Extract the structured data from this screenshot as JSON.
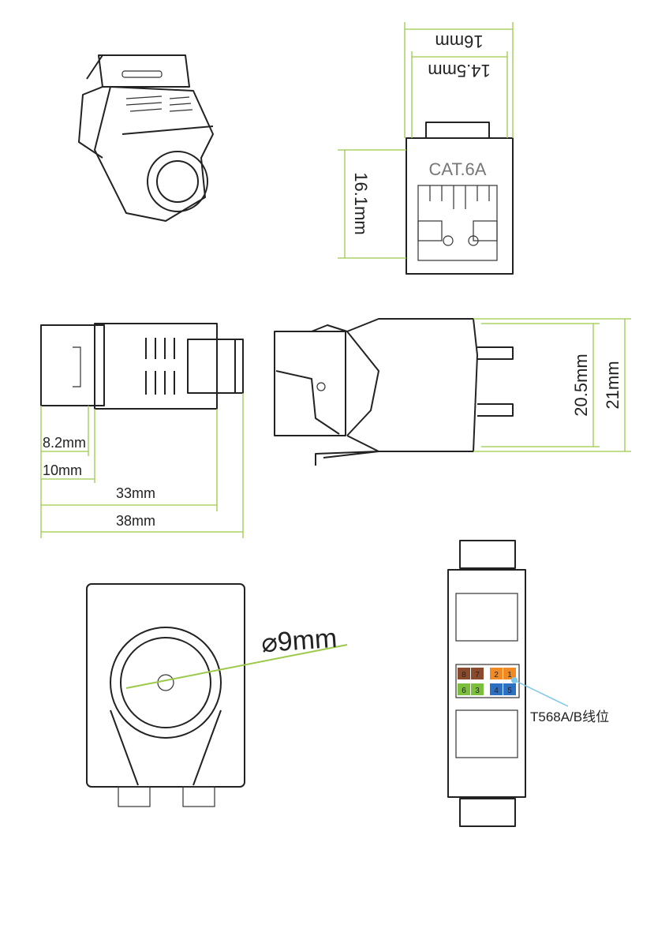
{
  "colors": {
    "dimension_line": "#9cc94a",
    "outline": "#222222",
    "leader": "#7cc6e8"
  },
  "top_view": {
    "label_16mm": "16mm",
    "label_14_5mm": "14.5mm",
    "cat_label": "CAT.6A",
    "label_16_1mm": "16.1mm"
  },
  "side_view_left": {
    "label_8_2mm": "8.2mm",
    "label_10mm": "10mm",
    "label_33mm": "33mm",
    "label_38mm": "38mm"
  },
  "side_view_right": {
    "label_20_5mm": "20.5mm",
    "label_21mm": "21mm"
  },
  "rear_view": {
    "diameter_label": "⌀9mm"
  },
  "wiring_view": {
    "pins_top": [
      "8",
      "7",
      "2",
      "1"
    ],
    "pins_bottom": [
      "6",
      "3",
      "4",
      "5"
    ],
    "pin_colors_top": [
      "#8b4a2b",
      "#8b4a2b",
      "#f08a24",
      "#f08a24"
    ],
    "pin_colors_bottom": [
      "#7cbf3c",
      "#7cbf3c",
      "#2d6fc0",
      "#2d6fc0"
    ],
    "callout": "T568A/B线位"
  }
}
